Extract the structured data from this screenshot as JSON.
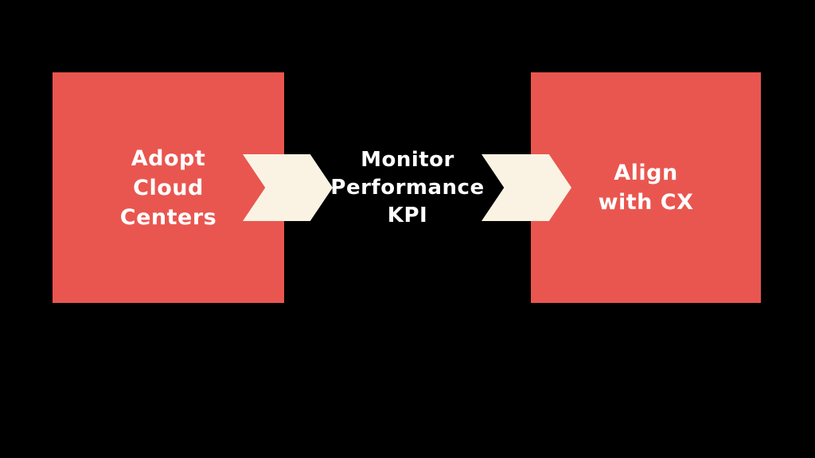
{
  "canvas": {
    "background_color": "#000000"
  },
  "colors": {
    "step_box": "#E9564F",
    "arrow": "#FAF3E3",
    "box_text": "#FFFFFF",
    "mid_text": "#FFFFFF"
  },
  "diagram": {
    "type": "process-flow",
    "direction": "left-to-right",
    "steps": [
      {
        "id": "step-1",
        "label": "Adopt Cloud Centers",
        "lines": [
          "Adopt",
          "Cloud",
          "Centers"
        ],
        "shape": "square",
        "fill": "#E9564F"
      },
      {
        "id": "step-2",
        "label": "Monitor Performance KPI",
        "lines": [
          "Monitor",
          "Performance",
          "KPI"
        ],
        "shape": "none",
        "fill": "none"
      },
      {
        "id": "step-3",
        "label": "Align with CX",
        "lines": [
          "Align",
          "with CX"
        ],
        "shape": "square",
        "fill": "#E9564F"
      }
    ],
    "connectors": [
      {
        "id": "arrow-1",
        "from": "step-1",
        "to": "step-2",
        "glyph": "chevron-right",
        "fill": "#FAF3E3"
      },
      {
        "id": "arrow-2",
        "from": "step-2",
        "to": "step-3",
        "glyph": "chevron-right",
        "fill": "#FAF3E3"
      }
    ]
  }
}
